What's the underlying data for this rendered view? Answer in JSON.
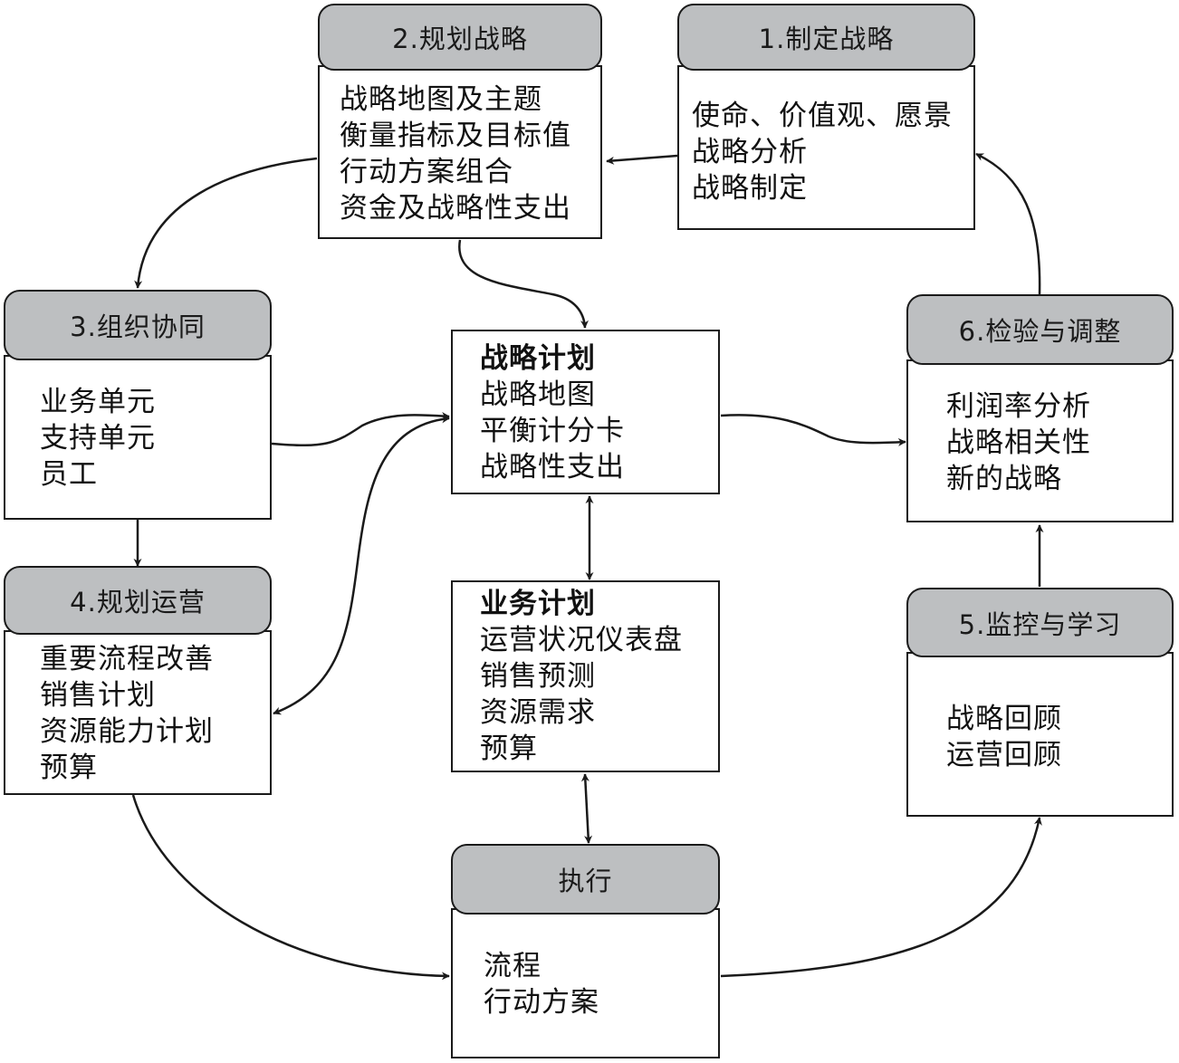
{
  "diagram": {
    "stage1": {
      "title": "1.制定战略",
      "lines": [
        "使命、价值观、愿景",
        "战略分析",
        "战略制定"
      ]
    },
    "stage2": {
      "title": "2.规划战略",
      "lines": [
        "战略地图及主题",
        "衡量指标及目标值",
        "行动方案组合",
        "资金及战略性支出"
      ]
    },
    "stage3": {
      "title": "3.组织协同",
      "lines": [
        "业务单元",
        "支持单元",
        "员工"
      ]
    },
    "stage4": {
      "title": "4.规划运营",
      "lines": [
        "重要流程改善",
        "销售计划",
        "资源能力计划",
        "预算"
      ]
    },
    "strategic_plan": {
      "heading": "战略计划",
      "lines": [
        "战略地图",
        "平衡计分卡",
        "战略性支出"
      ]
    },
    "business_plan": {
      "heading": "业务计划",
      "lines": [
        "运营状况仪表盘",
        "销售预测",
        "资源需求",
        "预算"
      ]
    },
    "execution": {
      "title": "执行",
      "lines": [
        "流程",
        "行动方案"
      ]
    },
    "stage5": {
      "title": "5.监控与学习",
      "lines": [
        "战略回顾",
        "运营回顾"
      ]
    },
    "stage6": {
      "title": "6.检验与调整",
      "lines": [
        "利润率分析",
        "战略相关性",
        "新的战略"
      ]
    }
  }
}
